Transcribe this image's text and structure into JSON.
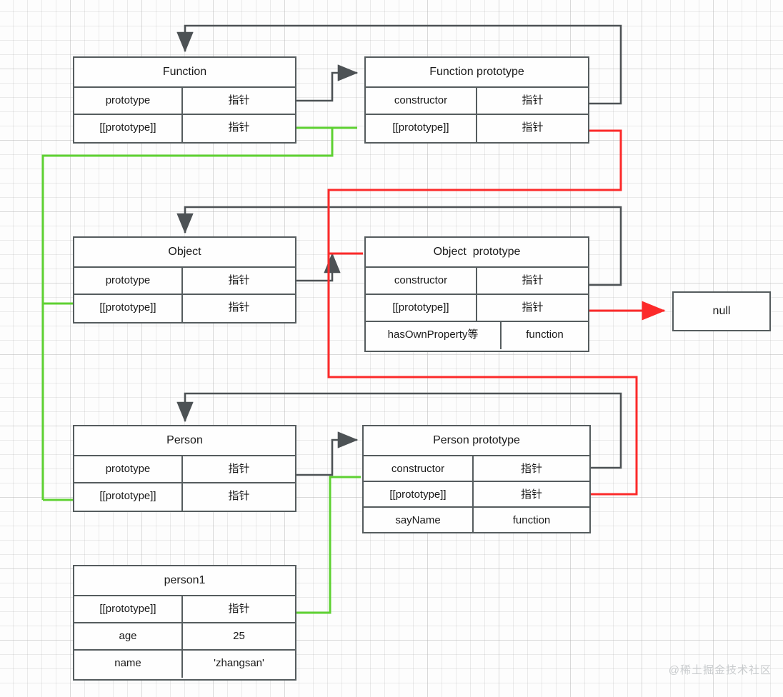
{
  "diagram": {
    "title": "JavaScript prototype chain diagram",
    "colors": {
      "box_border": "#555c5e",
      "black_arrow": "#4d5255",
      "green_arrow": "#5ed132",
      "red_arrow": "#fc2a2a",
      "text": "#1a1a1a",
      "background": "#fdfdfd"
    },
    "pointer_label": "指针",
    "nodes": [
      {
        "id": "function",
        "title": "Function",
        "rows": [
          {
            "key": "prototype",
            "value": "指针"
          },
          {
            "key": "[[prototype]]",
            "value": "指针"
          }
        ]
      },
      {
        "id": "function-prototype",
        "title": "Function prototype",
        "rows": [
          {
            "key": "constructor",
            "value": "指针"
          },
          {
            "key": "[[prototype]]",
            "value": "指针"
          }
        ]
      },
      {
        "id": "object",
        "title": "Object",
        "rows": [
          {
            "key": "prototype",
            "value": "指针"
          },
          {
            "key": "[[prototype]]",
            "value": "指针"
          }
        ]
      },
      {
        "id": "object-prototype",
        "title": "Object  prototype",
        "rows": [
          {
            "key": "constructor",
            "value": "指针"
          },
          {
            "key": "[[prototype]]",
            "value": "指针"
          },
          {
            "key": "hasOwnProperty等",
            "value": "function"
          }
        ]
      },
      {
        "id": "person",
        "title": "Person",
        "rows": [
          {
            "key": "prototype",
            "value": "指针"
          },
          {
            "key": "[[prototype]]",
            "value": "指针"
          }
        ]
      },
      {
        "id": "person-prototype",
        "title": "Person prototype",
        "rows": [
          {
            "key": "constructor",
            "value": "指针"
          },
          {
            "key": "[[prototype]]",
            "value": "指针"
          },
          {
            "key": "sayName",
            "value": "function"
          }
        ]
      },
      {
        "id": "person1",
        "title": "person1",
        "rows": [
          {
            "key": "[[prototype]]",
            "value": "指针"
          },
          {
            "key": "age",
            "value": "25"
          },
          {
            "key": "name",
            "value": "'zhangsan'"
          }
        ]
      },
      {
        "id": "null",
        "title": "null",
        "rows": []
      }
    ],
    "edges": [
      {
        "name": "function-prototype-to-function-prototype-box",
        "color": "#4d5255"
      },
      {
        "name": "function-prototype-constructor-to-function",
        "color": "#4d5255"
      },
      {
        "name": "function-dunder-proto-to-function-prototype",
        "color": "#5ed132"
      },
      {
        "name": "function-prototype-dunder-proto-to-object-prototype",
        "color": "#fc2a2a"
      },
      {
        "name": "object-prototype-to-object-prototype-box",
        "color": "#4d5255"
      },
      {
        "name": "object-prototype-constructor-to-object",
        "color": "#4d5255"
      },
      {
        "name": "object-dunder-proto-to-function-prototype",
        "color": "#5ed132"
      },
      {
        "name": "object-prototype-dunder-proto-to-null",
        "color": "#fc2a2a"
      },
      {
        "name": "person-prototype-to-person-prototype-box",
        "color": "#4d5255"
      },
      {
        "name": "person-prototype-constructor-to-person",
        "color": "#4d5255"
      },
      {
        "name": "person-dunder-proto-to-function-prototype",
        "color": "#5ed132"
      },
      {
        "name": "person-prototype-dunder-proto-to-object-prototype",
        "color": "#fc2a2a"
      },
      {
        "name": "person1-dunder-proto-to-person-prototype",
        "color": "#5ed132"
      }
    ]
  },
  "watermark": {
    "text": "@稀土掘金技术社区"
  }
}
